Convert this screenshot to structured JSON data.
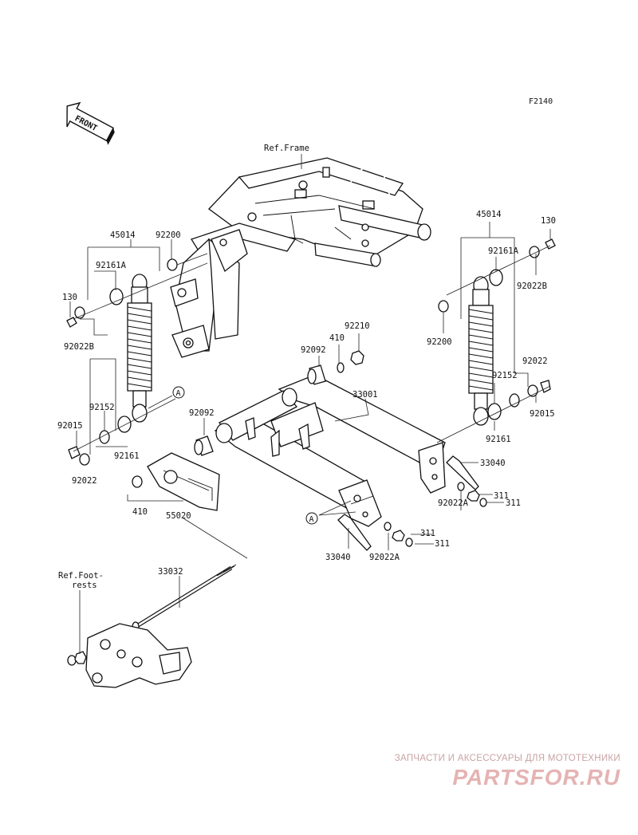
{
  "figure_code": "F2140",
  "front_label": "FRONT",
  "ref_labels": {
    "frame": "Ref.Frame",
    "footrests_1": "Ref.Foot-",
    "footrests_2": "rests"
  },
  "parts": {
    "p45014_left": "45014",
    "p45014_right": "45014",
    "p92200_left": "92200",
    "p92200_right": "92200",
    "p92161A_left": "92161A",
    "p92161A_right": "92161A",
    "p130_left": "130",
    "p130_right": "130",
    "p92022B_left": "92022B",
    "p92022B_right": "92022B",
    "p92210": "92210",
    "p410_top": "410",
    "p92092_top": "92092",
    "p92092_mid": "92092",
    "p33001": "33001",
    "p92022_right": "92022",
    "p92152_right": "92152",
    "p92015_right": "92015",
    "p92161_right": "92161",
    "p92152_left": "92152",
    "p92015_left": "92015",
    "p92161_left": "92161",
    "p92022_left": "92022",
    "p33040_right": "33040",
    "p33040_bottom": "33040",
    "p311_a": "311",
    "p311_b": "311",
    "p311_c": "311",
    "p311_d": "311",
    "p92022A_right": "92022A",
    "p92022A_bottom": "92022A",
    "p410_bottom": "410",
    "p55020": "55020",
    "p33032": "33032",
    "marker_a1": "A",
    "marker_a2": "A"
  },
  "watermark": {
    "tagline": "ЗАПЧАСТИ И АКСЕССУАРЫ ДЛЯ МОТОТЕХНИКИ",
    "brand": "PARTSFOR.RU",
    "color": "#e5b3b3"
  }
}
